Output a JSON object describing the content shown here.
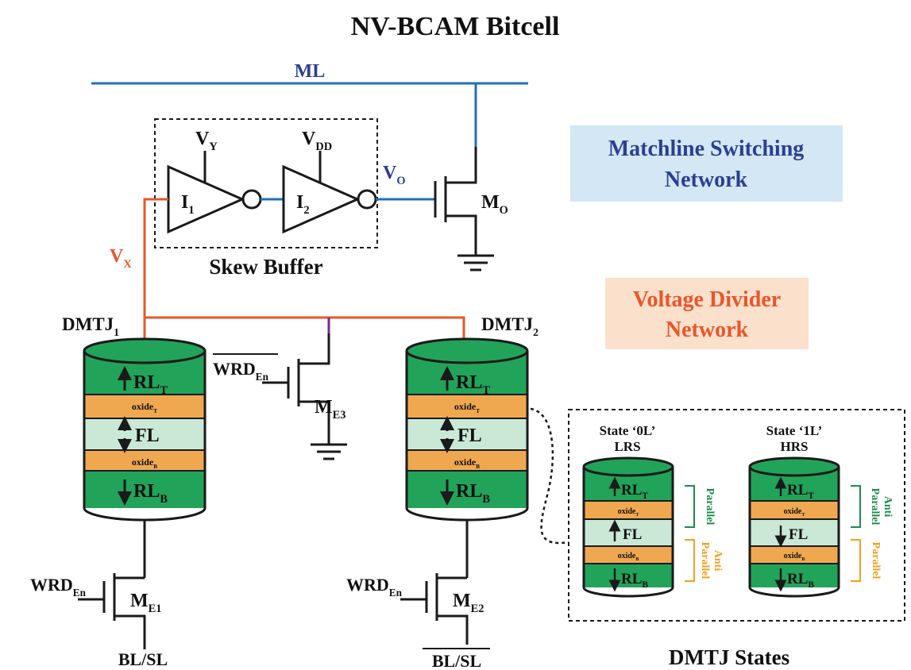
{
  "title": "NV-BCAM Bitcell",
  "colors": {
    "matchline": "#1f6fbd",
    "voltage": "#e8562a",
    "wire": "#1a1a1a",
    "green": "#22a35a",
    "green_dark": "#0f6e37",
    "light_green": "#c9e8d6",
    "orange": "#f0a850",
    "purple": "#7a2a8e",
    "blue_box": "#d3e7f4",
    "orange_box": "#fbe0cc",
    "blue_text": "#2b3f93",
    "orange_text": "#e8562a",
    "bracket_green": "#1e8a4c",
    "bracket_orange": "#f0a020"
  },
  "labels": {
    "ml": "ML",
    "vy_main": "V",
    "vy_sub": "Y",
    "vdd_main": "V",
    "vdd_sub": "DD",
    "vo_main": "V",
    "vo_sub": "O",
    "vx_main": "V",
    "vx_sub": "X",
    "i1_main": "I",
    "i1_sub": "1",
    "i2_main": "I",
    "i2_sub": "2",
    "mo_main": "M",
    "mo_sub": "O",
    "me3_main": "M",
    "me3_sub": "E3",
    "me1_main": "M",
    "me1_sub": "E1",
    "me2_main": "M",
    "me2_sub": "E2",
    "skew_buffer": "Skew Buffer",
    "dmtj1_main": "DMTJ",
    "dmtj1_sub": "1",
    "dmtj2_main": "DMTJ",
    "dmtj2_sub": "2",
    "wrd_main": "WRD",
    "wrd_sub": "En",
    "blsl": "BL/SL",
    "matchline_box_line1": "Matchline Switching",
    "matchline_box_line2": "Network",
    "voltage_box_line1": "Voltage Divider",
    "voltage_box_line2": "Network",
    "dmtj_states": "DMTJ States"
  },
  "dmtj_layers": {
    "rl_main": "RL",
    "rl_top_sub": "T",
    "rl_bot_sub": "B",
    "fl": "FL",
    "oxide": "oxide",
    "oxide_top_sub": "T",
    "oxide_bot_sub": "B"
  },
  "states": [
    {
      "title_line1": "State ‘0L’",
      "title_line2": "LRS",
      "fl_direction": "up",
      "top_bracket": [
        "Parallel"
      ],
      "bottom_bracket": [
        "Anti",
        "Parallel"
      ]
    },
    {
      "title_line1": "State ‘1L’",
      "title_line2": "HRS",
      "fl_direction": "down",
      "top_bracket": [
        "Anti",
        "Parallel"
      ],
      "bottom_bracket": [
        "Parallel"
      ]
    }
  ]
}
